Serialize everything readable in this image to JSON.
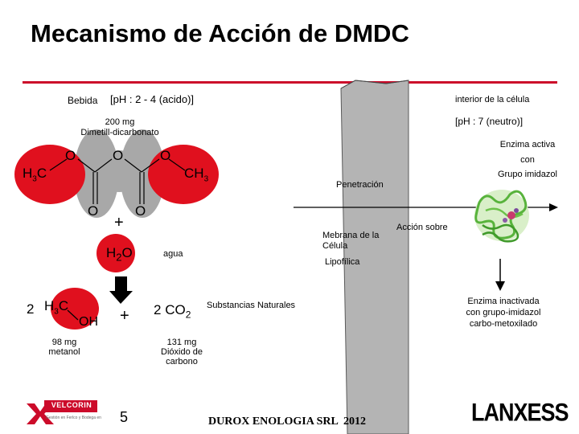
{
  "title": "Mecanismo de Acción de DMDC",
  "labels": {
    "beverage": "Bebida",
    "ph_acid": "[pH : 2 - 4 (acido)]",
    "cell_interior": "interior de la célula",
    "ph_neutral": "[pH : 7 (neutro)]",
    "dmdc_dose": "200 mg",
    "dmdc_name": "Dimetill-dicarbonato",
    "enzyme_active": [
      "Enzima activa",
      "con",
      "Grupo imidazol"
    ],
    "penetration": "Penetración",
    "membrane": [
      "Mebrana de la",
      "Célula"
    ],
    "lipophilic": "Lipofílica",
    "acts_on": "Acción sobre",
    "water": "agua",
    "natural_substances": "Substancias Naturales",
    "enzyme_inactivated": [
      "Enzima inactivada",
      "con grupo-imidazol",
      "carbo-metoxilado"
    ],
    "methanol": [
      "98 mg",
      "metanol"
    ],
    "co2": [
      "131 mg",
      "Dióxido de",
      "carbono"
    ],
    "page_number": "5",
    "footer": "DUROX ENOLOGIA SRL  2012"
  },
  "chemistry": {
    "atom_o": "O",
    "h3c": "H",
    "h3c_sub": "3",
    "h3c_c": "C",
    "ch3": "CH",
    "ch3_sub": "3",
    "plus": "+",
    "h2o_h": "H",
    "h2o_sub": "2",
    "h2o_o": "O",
    "coef_methanol": "2",
    "methanol_h": "H",
    "methanol_sub": "3",
    "methanol_c": "C",
    "methanol_oh": "OH",
    "co2_coef": "2",
    "co2_co": "CO",
    "co2_sub": "2"
  },
  "logos": {
    "velcorin": "VELCORIN",
    "velcorin_tagline": "Gestión en Ferlco y Bodega en a pagamos",
    "lanxess": "LANXESS"
  },
  "colors": {
    "accent_red": "#cc0b2a",
    "group_red": "#e0101e",
    "group_gray": "#a8a8a8",
    "membrane_gray": "#b4b4b4"
  }
}
